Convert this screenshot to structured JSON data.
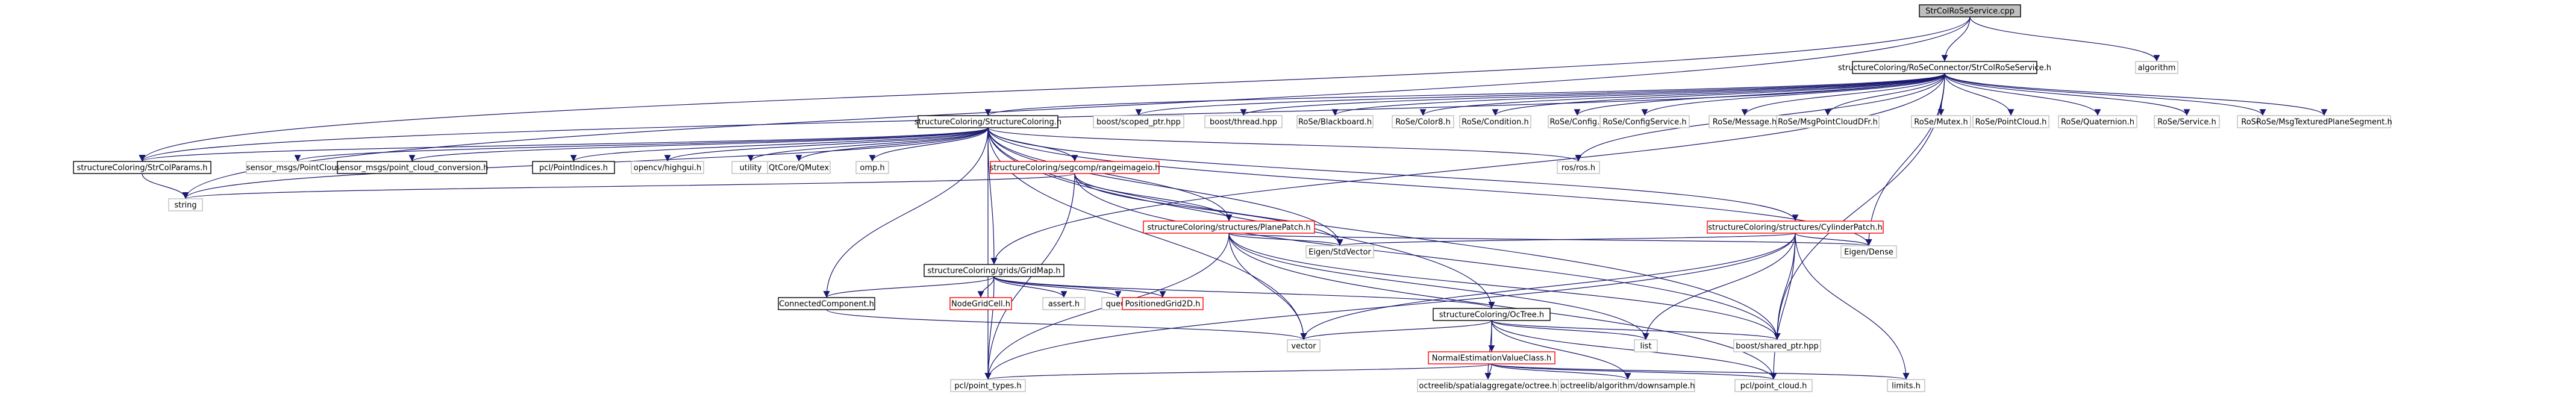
{
  "colors": {
    "edge": "#191970",
    "node_border_black": "#000000",
    "node_border_red": "#ff0000",
    "node_border_gray": "#bfbfbf",
    "node_root_fill": "#bfbfbf",
    "text": "#000000"
  },
  "nodes": {
    "root": {
      "label": "StrColRoSeService.cpp",
      "kind": "root"
    },
    "service_h": {
      "label": "structureColoring/RoSeConnector/StrColRoSeService.h",
      "kind": "black"
    },
    "algorithm": {
      "label": "algorithm",
      "kind": "gray"
    },
    "structure_coloring_h": {
      "label": "structureColoring/StructureColoring.h",
      "kind": "black"
    },
    "scoped_ptr": {
      "label": "boost/scoped_ptr.hpp",
      "kind": "gray"
    },
    "thread_hpp": {
      "label": "boost/thread.hpp",
      "kind": "gray"
    },
    "rose_blackboard": {
      "label": "RoSe/Blackboard.h",
      "kind": "gray"
    },
    "rose_color8": {
      "label": "RoSe/Color8.h",
      "kind": "gray"
    },
    "rose_condition": {
      "label": "RoSe/Condition.h",
      "kind": "gray"
    },
    "rose_config": {
      "label": "RoSe/Config.h",
      "kind": "gray"
    },
    "rose_configservice": {
      "label": "RoSe/ConfigService.h",
      "kind": "gray"
    },
    "rose_message": {
      "label": "RoSe/Message.h",
      "kind": "gray"
    },
    "rose_msgpointcloud": {
      "label": "RoSe/MsgPointCloudDFr.h",
      "kind": "gray"
    },
    "rose_mutex": {
      "label": "RoSe/Mutex.h",
      "kind": "gray"
    },
    "rose_pointcloud": {
      "label": "RoSe/PointCloud.h",
      "kind": "gray"
    },
    "rose_quaternion": {
      "label": "RoSe/Quaternion.h",
      "kind": "gray"
    },
    "rose_service": {
      "label": "RoSe/Service.h",
      "kind": "gray"
    },
    "rose_sid": {
      "label": "RoSe/SID.h",
      "kind": "gray"
    },
    "rose_msgtextured": {
      "label": "RoSe/MsgTexturedPlaneSegment.h",
      "kind": "gray"
    },
    "strcolparams": {
      "label": "structureColoring/StrColParams.h",
      "kind": "black"
    },
    "sensor_pointcloud": {
      "label": "sensor_msgs/PointCloud.h",
      "kind": "gray"
    },
    "sensor_conversion": {
      "label": "sensor_msgs/point_cloud_conversion.h",
      "kind": "black"
    },
    "pcl_pointindices": {
      "label": "pcl/PointIndices.h",
      "kind": "black"
    },
    "opencv_highgui": {
      "label": "opencv/highgui.h",
      "kind": "gray"
    },
    "utility": {
      "label": "utility",
      "kind": "gray"
    },
    "qtcore_qmutex": {
      "label": "QtCore/QMutex",
      "kind": "gray"
    },
    "omp_h": {
      "label": "omp.h",
      "kind": "gray"
    },
    "segcomp": {
      "label": "structureColoring/segcomp/rangeimageio.h",
      "kind": "red"
    },
    "ros_h": {
      "label": "ros/ros.h",
      "kind": "gray"
    },
    "string": {
      "label": "string",
      "kind": "gray"
    },
    "planepatch": {
      "label": "structureColoring/structures/PlanePatch.h",
      "kind": "red"
    },
    "cylinderpatch": {
      "label": "structureColoring/structures/CylinderPatch.h",
      "kind": "red"
    },
    "eigen_stdvector": {
      "label": "Eigen/StdVector",
      "kind": "gray"
    },
    "eigen_dense": {
      "label": "Eigen/Dense",
      "kind": "gray"
    },
    "gridmap": {
      "label": "structureColoring/grids/GridMap.h",
      "kind": "black"
    },
    "connected": {
      "label": "ConnectedComponent.h",
      "kind": "black"
    },
    "nodegridcell": {
      "label": "NodeGridCell.h",
      "kind": "red"
    },
    "assert_h": {
      "label": "assert.h",
      "kind": "gray"
    },
    "queue": {
      "label": "queue",
      "kind": "gray"
    },
    "positionedgrid": {
      "label": "PositionedGrid2D.h",
      "kind": "red"
    },
    "octree": {
      "label": "structureColoring/OcTree.h",
      "kind": "black"
    },
    "vector": {
      "label": "vector",
      "kind": "gray"
    },
    "list": {
      "label": "list",
      "kind": "gray"
    },
    "shared_ptr": {
      "label": "boost/shared_ptr.hpp",
      "kind": "gray"
    },
    "normalest": {
      "label": "NormalEstimationValueClass.h",
      "kind": "red"
    },
    "pcl_point_types": {
      "label": "pcl/point_types.h",
      "kind": "gray"
    },
    "octreelib_spatial": {
      "label": "octreelib/spatialaggregate/octree.h",
      "kind": "gray"
    },
    "octreelib_down": {
      "label": "octreelib/algorithm/downsample.h",
      "kind": "gray"
    },
    "pcl_point_cloud": {
      "label": "pcl/point_cloud.h",
      "kind": "gray"
    },
    "limits": {
      "label": "limits.h",
      "kind": "gray"
    }
  }
}
